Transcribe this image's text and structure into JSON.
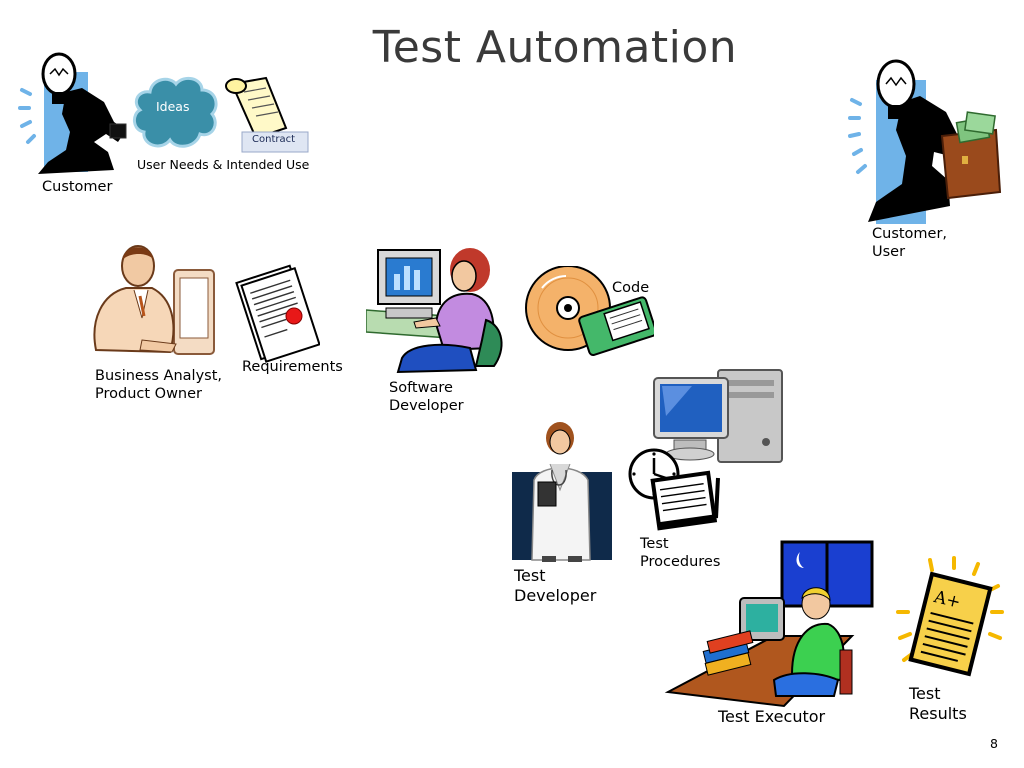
{
  "slide": {
    "title": "Test Automation",
    "page_number": "8"
  },
  "labels": {
    "customer": "Customer",
    "ideas": "Ideas",
    "contract": "Contract",
    "user_needs": "User Needs & Intended Use",
    "customer_user": "Customer,\nUser",
    "business_analyst": "Business Analyst,\nProduct Owner",
    "requirements": "Requirements",
    "software_developer": "Software\nDeveloper",
    "code": "Code",
    "test_developer": "Test\nDeveloper",
    "test_procedures": "Test\nProcedures",
    "test_executor": "Test Executor",
    "test_results": "Test\nResults",
    "grade": "A+"
  },
  "colors": {
    "title": "#3a3a3a",
    "light_blue": "#6fb3e8",
    "cloud_teal": "#3a8fa8",
    "navy": "#0f2a4a",
    "gold": "#f5b800",
    "monitor_blue": "#2060c0"
  }
}
